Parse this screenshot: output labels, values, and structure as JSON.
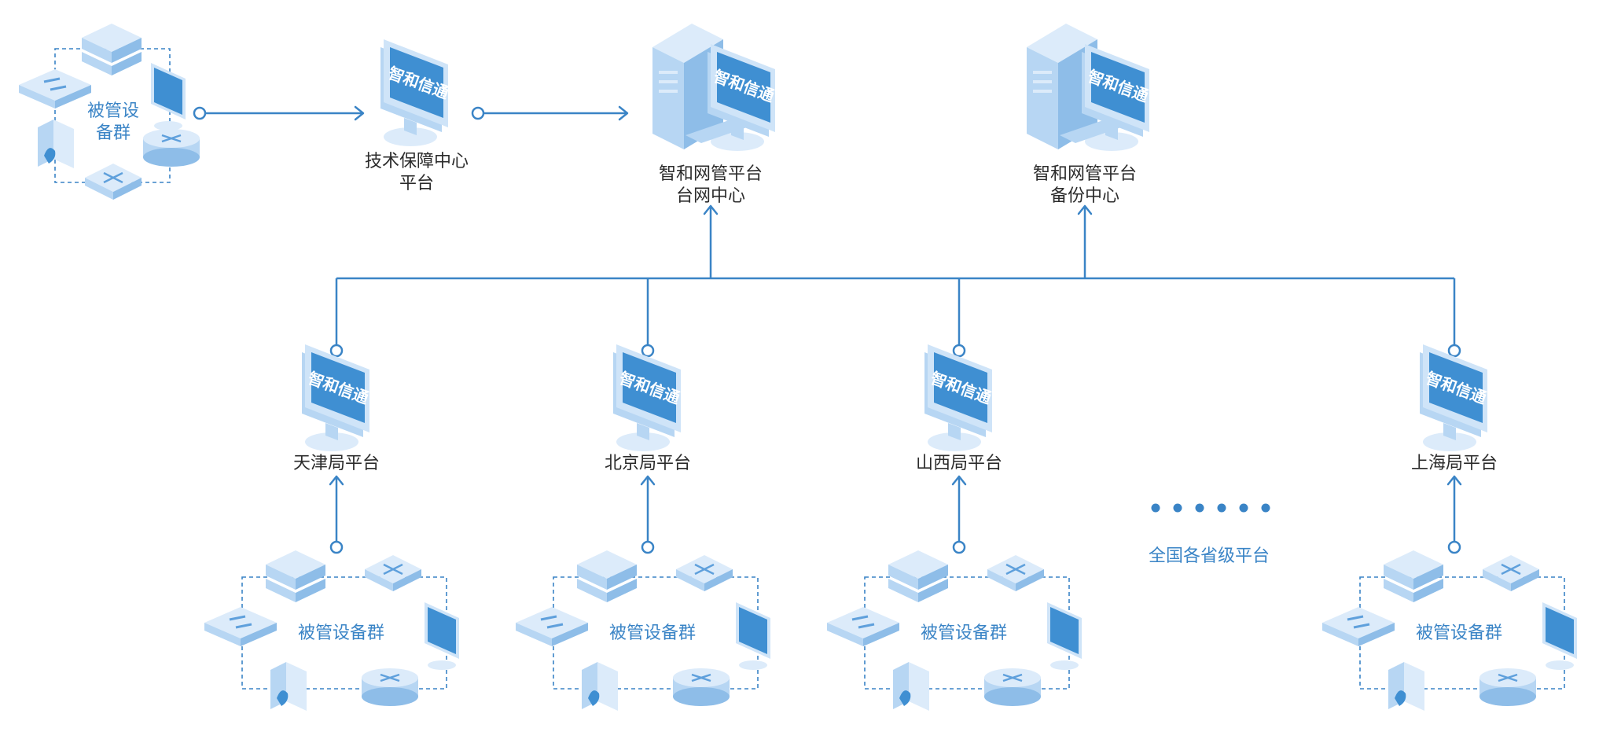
{
  "colors": {
    "accent": "#3a84c6",
    "text": "#2b2b2b",
    "device_light": "#dcebfa",
    "device_screen": "#3f8fd2"
  },
  "logo_text": "智和信通",
  "top": {
    "managed_group": {
      "label_line1": "被管设",
      "label_line2": "备群"
    },
    "tech_center": {
      "line1": "技术保障中心",
      "line2": "平台"
    },
    "main_center": {
      "line1": "智和网管平台",
      "line2": "台网中心"
    },
    "backup_center": {
      "line1": "智和网管平台",
      "line2": "备份中心"
    }
  },
  "bureaus": [
    {
      "name": "天津局平台",
      "group_label": "被管设备群"
    },
    {
      "name": "北京局平台",
      "group_label": "被管设备群"
    },
    {
      "name": "山西局平台",
      "group_label": "被管设备群"
    },
    {
      "name": "上海局平台",
      "group_label": "被管设备群"
    }
  ],
  "provinces": {
    "label": "全国各省级平台"
  }
}
